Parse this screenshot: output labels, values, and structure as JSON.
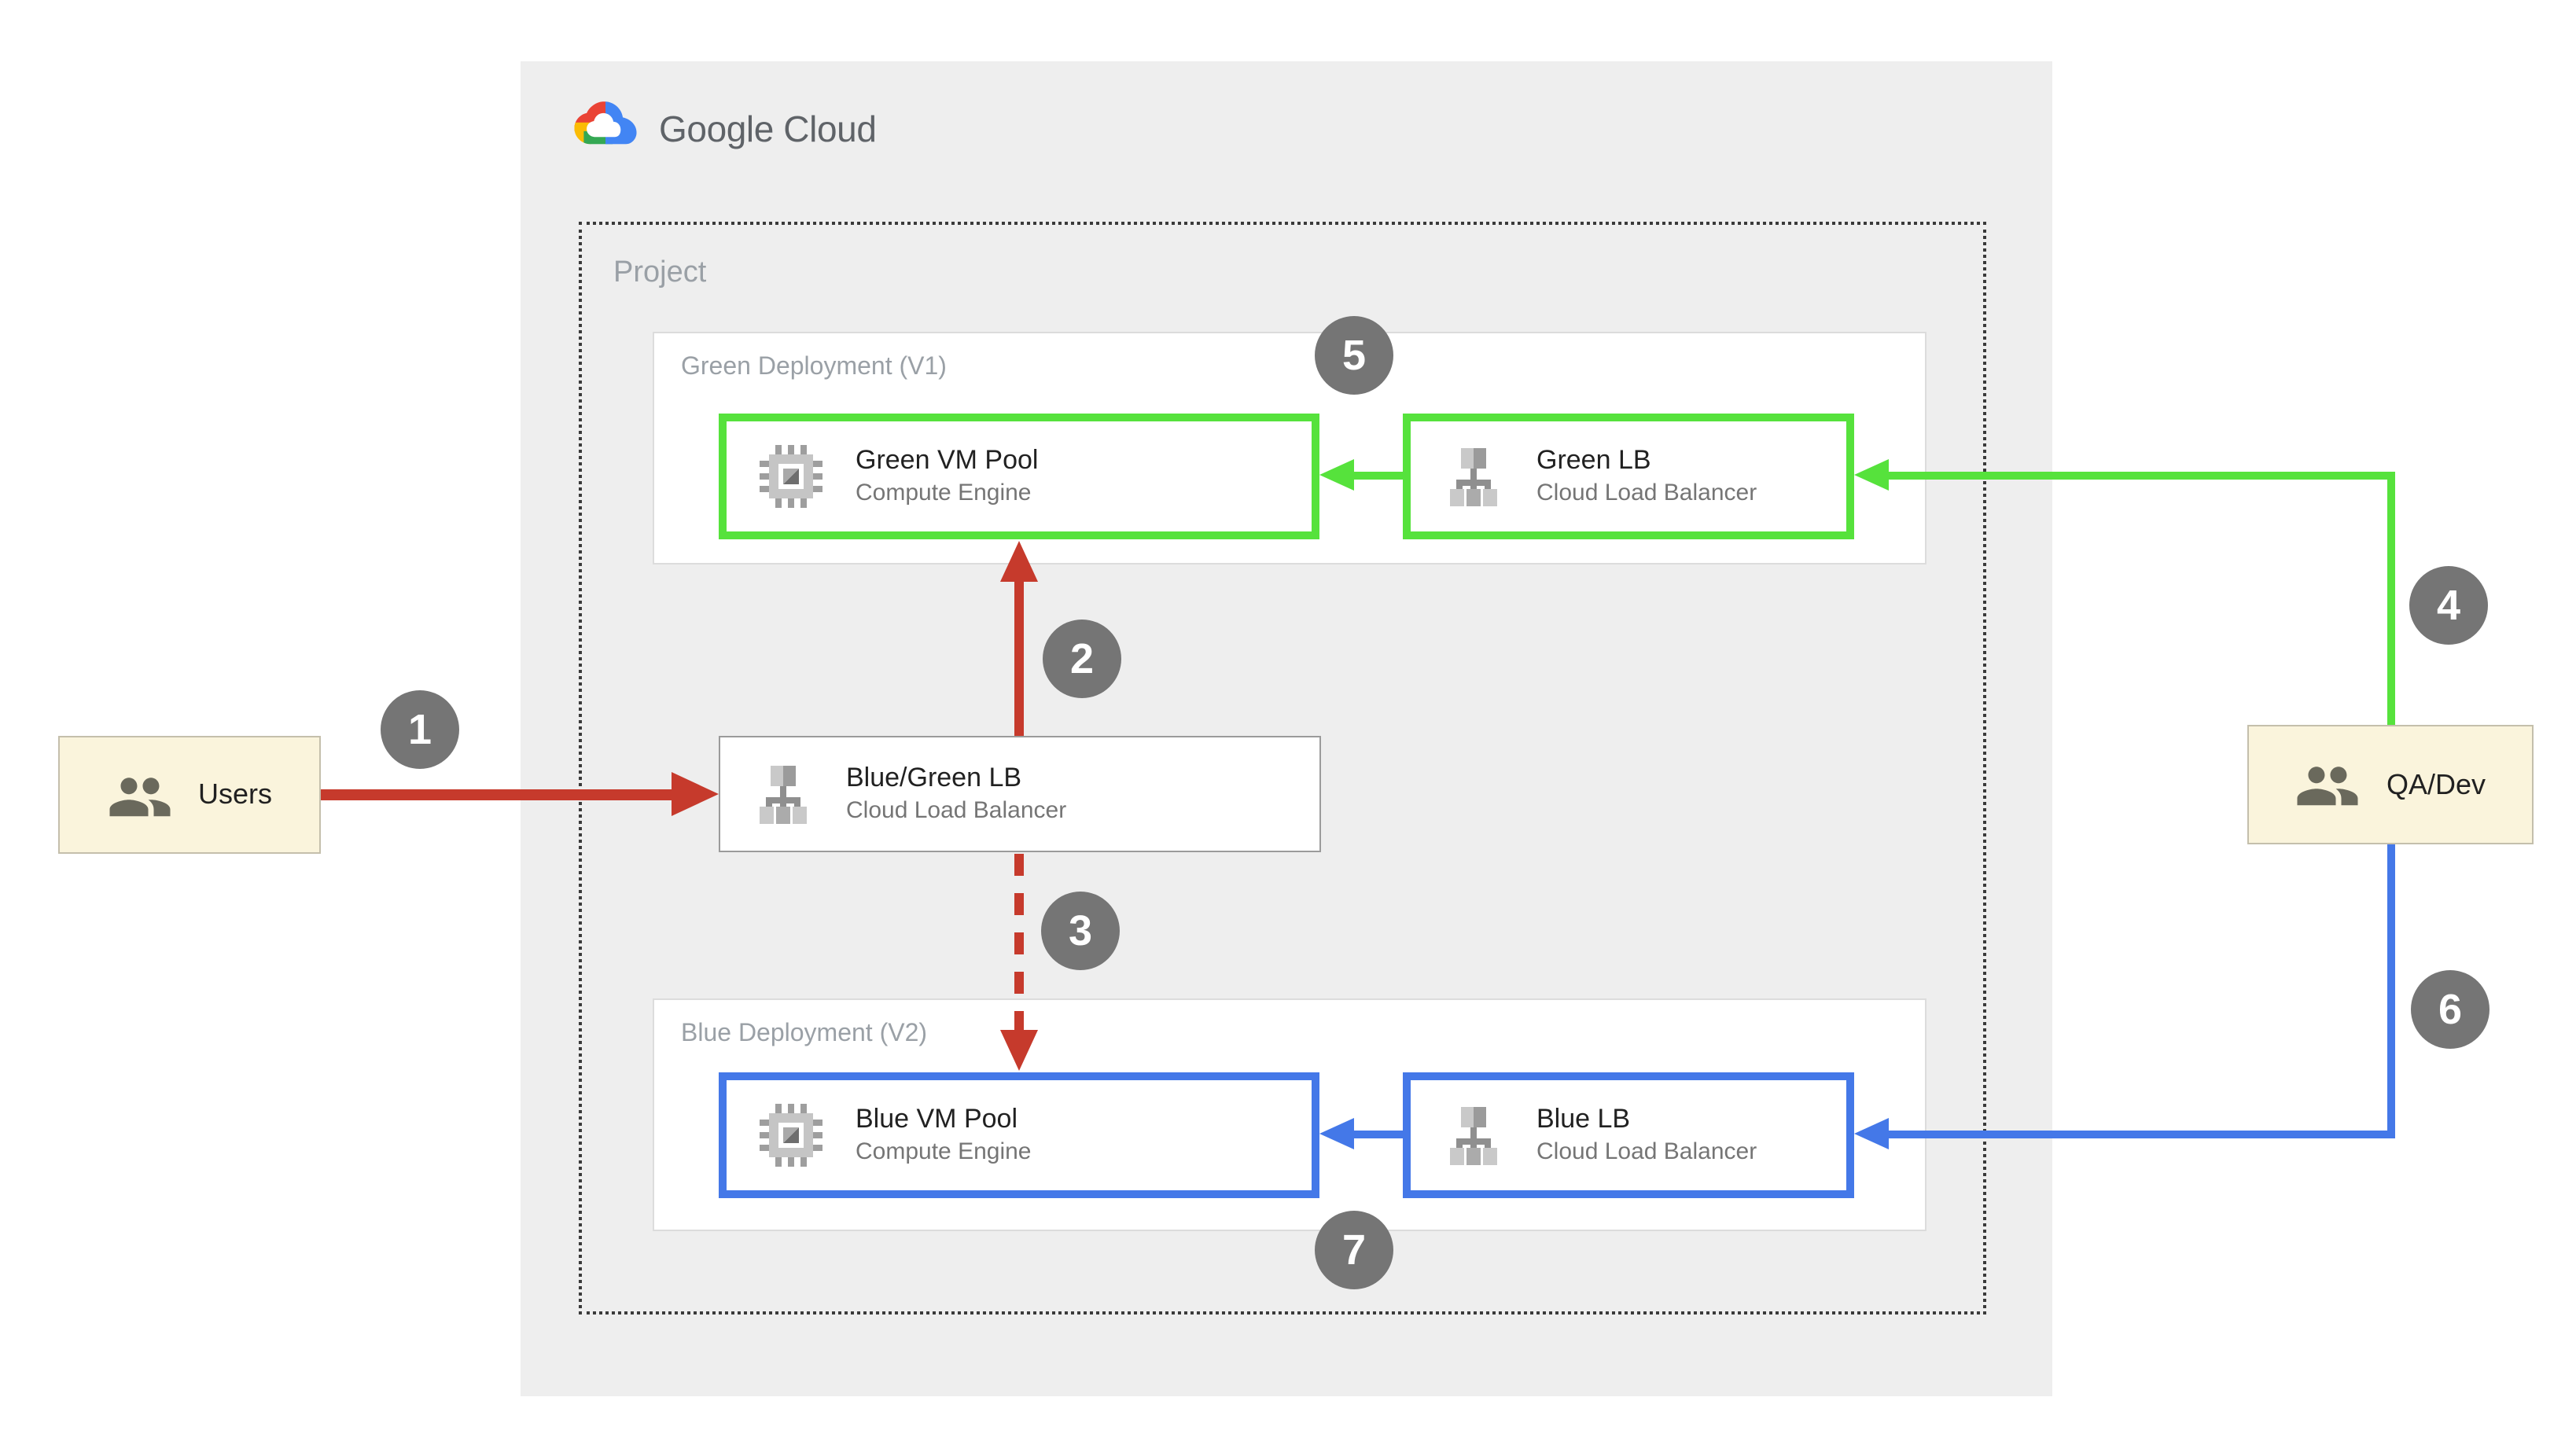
{
  "logo": {
    "text": "Google Cloud"
  },
  "project": {
    "label": "Project"
  },
  "groups": {
    "green": {
      "label": "Green Deployment (V1)"
    },
    "blue": {
      "label": "Blue Deployment (V2)"
    }
  },
  "nodes": {
    "green_vm": {
      "title": "Green VM Pool",
      "subtitle": "Compute Engine",
      "icon": "compute-engine-icon"
    },
    "green_lb": {
      "title": "Green LB",
      "subtitle": "Cloud Load Balancer",
      "icon": "load-balancer-icon"
    },
    "bg_lb": {
      "title": "Blue/Green LB",
      "subtitle": "Cloud Load Balancer",
      "icon": "load-balancer-icon"
    },
    "blue_vm": {
      "title": "Blue VM Pool",
      "subtitle": "Compute Engine",
      "icon": "compute-engine-icon"
    },
    "blue_lb": {
      "title": "Blue LB",
      "subtitle": "Cloud Load Balancer",
      "icon": "load-balancer-icon"
    }
  },
  "actors": {
    "users": {
      "label": "Users",
      "icon": "people-icon"
    },
    "qa_dev": {
      "label": "QA/Dev",
      "icon": "people-icon"
    }
  },
  "badges": {
    "b1": "1",
    "b2": "2",
    "b3": "3",
    "b4": "4",
    "b5": "5",
    "b6": "6",
    "b7": "7"
  },
  "colors": {
    "red_flow": "#C63A2C",
    "green_flow": "#56E23C",
    "blue_flow": "#4478E8",
    "badge_gray": "#757575",
    "panel_bg": "#EEEEEE",
    "actor_bg": "#FAF4DC",
    "label_gray": "#9AA0A6",
    "logo_text_gray": "#5F6368"
  }
}
